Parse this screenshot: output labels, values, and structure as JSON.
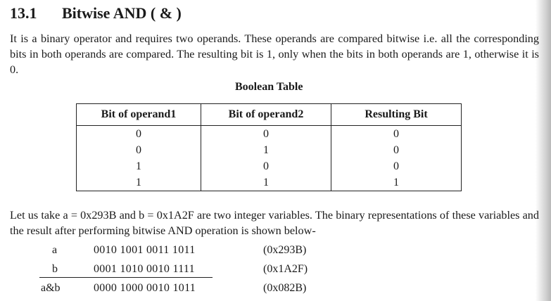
{
  "section": {
    "number": "13.1",
    "title": "Bitwise AND ( & )"
  },
  "intro": "It is a binary operator and requires two operands. These operands are compared bitwise i.e. all the corresponding bits in both operands are compared. The resulting bit is 1, only when the bits in both operands are 1, otherwise it is 0.",
  "table": {
    "title": "Boolean Table",
    "headers": [
      "Bit of operand1",
      "Bit of operand2",
      "Resulting Bit"
    ],
    "rows": [
      [
        "0",
        "0",
        "0"
      ],
      [
        "0",
        "1",
        "0"
      ],
      [
        "1",
        "0",
        "0"
      ],
      [
        "1",
        "1",
        "1"
      ]
    ]
  },
  "example_text": "Let us take a = 0x293B and b = 0x1A2F are two integer variables. The binary representations of these variables and the result after performing bitwise AND operation is shown below-",
  "calculation": [
    {
      "label": "a",
      "bits": "0010 1001 0011 1011",
      "hex": "(0x293B)"
    },
    {
      "label": "b",
      "bits": "0001 1010 0010 1111",
      "hex": "(0x1A2F)"
    },
    {
      "label": "a&b",
      "bits": "0000 1000 0010 1011",
      "hex": "(0x082B)"
    }
  ]
}
